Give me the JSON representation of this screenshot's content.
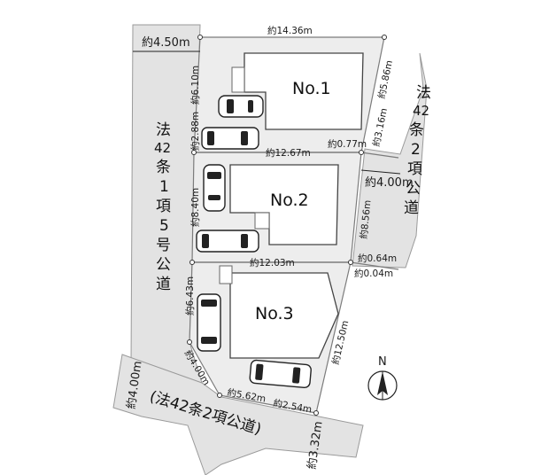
{
  "lots": [
    {
      "label": "No.1"
    },
    {
      "label": "No.2"
    },
    {
      "label": "No.3"
    }
  ],
  "roads": {
    "west": {
      "chars": [
        "法",
        "42",
        "条",
        "1",
        "項",
        "5",
        "号",
        "公",
        "道"
      ]
    },
    "east": {
      "chars": [
        "法",
        "42",
        "条",
        "2",
        "項",
        "公",
        "道"
      ]
    },
    "south": {
      "text": "(法42条2項公道)"
    }
  },
  "dimensions": {
    "road_west_width": "約4.50m",
    "top_edge": "約14.36m",
    "lot1_east": "約5.86m",
    "lot1_west": "約6.10m",
    "lot1_west_lower": "約2.88m",
    "lot1_east_lower": "約3.16m",
    "div1": "約12.67m",
    "div1_offset": "約0.77m",
    "road_east_width": "約4.00m",
    "lot2_west": "約8.40m",
    "lot2_east": "約8.56m",
    "div2": "約12.03m",
    "div2_offset_a": "約0.64m",
    "div2_offset_b": "約0.04m",
    "lot3_west": "約6.43m",
    "lot3_east": "約12.50m",
    "lot3_corner": "約4.00m",
    "bottom_a": "約5.62m",
    "bottom_b": "約2.54m",
    "road_south_width": "約4.00m",
    "bottom_right": "約3.32m"
  },
  "compass": {
    "label": "N"
  }
}
